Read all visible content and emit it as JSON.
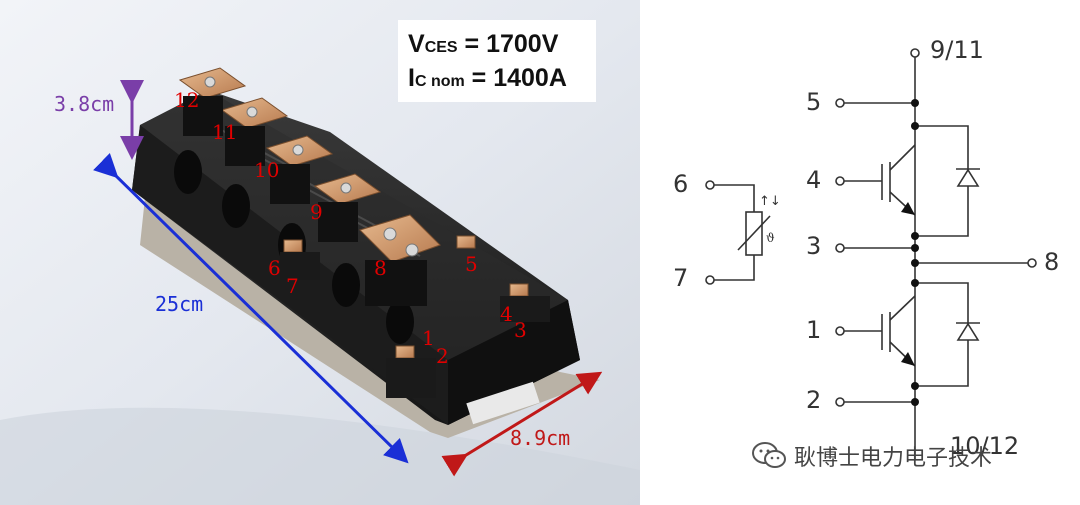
{
  "spec": {
    "vces_main": "V",
    "vces_sub": "CES",
    "vces_value": " = 1700V",
    "ic_main": "I",
    "ic_sub": "C nom",
    "ic_value": " = 1400A"
  },
  "dimensions": {
    "height": "3.8cm",
    "length": "25cm",
    "width": "8.9cm"
  },
  "photo_terminals": [
    "12",
    "11",
    "10",
    "9",
    "8",
    "5",
    "6",
    "7",
    "4",
    "3",
    "1",
    "2"
  ],
  "circuit_terminals": {
    "t9_11": "9/11",
    "t5": "5",
    "t4": "4",
    "t3": "3",
    "t8": "8",
    "t6": "6",
    "t7": "7",
    "t1": "1",
    "t2": "2",
    "t10_12": "10/12"
  },
  "watermark": {
    "text": "耿博士电力电子技术",
    "icon": "wechat-icon"
  },
  "colors": {
    "dim_height": "#7a3ea8",
    "dim_length": "#1a2fd6",
    "dim_width": "#c01818",
    "terminal_numbers": "#e00000"
  }
}
